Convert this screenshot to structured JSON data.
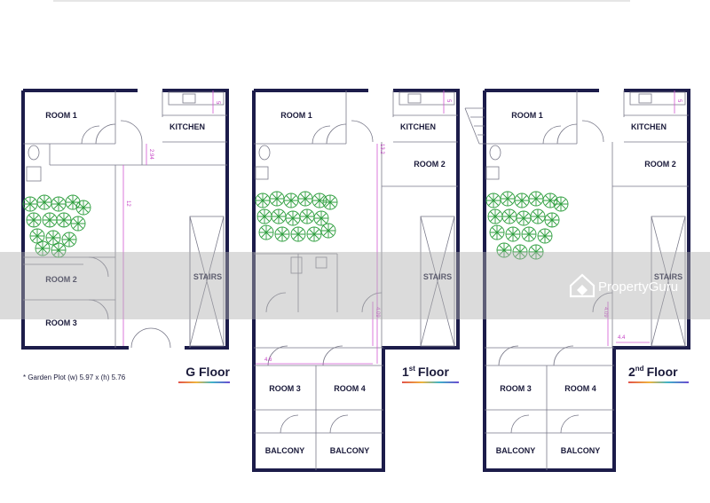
{
  "top_rule_color": "#cccccc",
  "colors": {
    "wall": "#1c1c4a",
    "dimension": "#d257d2",
    "garden": "#2e9e3e",
    "watermark_band": "#b0b0b0"
  },
  "note": "* Garden Plot (w) 5.97 x (h) 5.76",
  "watermark": {
    "icon": "house-logo-icon",
    "text": "PropertyGuru"
  },
  "floors": [
    {
      "id": "g",
      "title": "G Floor",
      "rooms": [
        "ROOM 1",
        "KITCHEN",
        "ROOM 2",
        "ROOM 3",
        "STAIRS"
      ],
      "dims": [
        "5",
        "2.94",
        "12"
      ]
    },
    {
      "id": "first",
      "title_num": "1",
      "title_sup": "st",
      "title_word": "Floor",
      "rooms": [
        "ROOM 1",
        "KITCHEN",
        "ROOM 2",
        "STAIRS",
        "ROOM 3",
        "ROOM 4",
        "BALCONY",
        "BALCONY"
      ],
      "dims": [
        "5",
        "13.2",
        "4.09",
        "4.6"
      ]
    },
    {
      "id": "second",
      "title_num": "2",
      "title_sup": "nd",
      "title_word": "Floor",
      "rooms": [
        "ROOM 1",
        "KITCHEN",
        "ROOM 2",
        "STAIRS",
        "ROOM 3",
        "ROOM 4",
        "BALCONY",
        "BALCONY"
      ],
      "dims": [
        "5",
        "4.09",
        "4.4"
      ]
    }
  ]
}
